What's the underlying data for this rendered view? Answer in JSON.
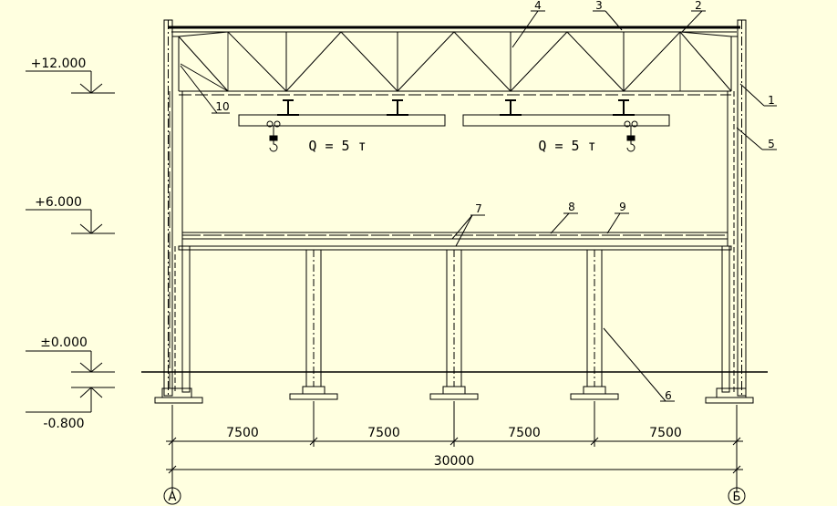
{
  "colors": {
    "background": "#ffffe0",
    "line": "#000000"
  },
  "elevations": [
    {
      "id": "top",
      "label": "+12.000"
    },
    {
      "id": "mid",
      "label": "+6.000"
    },
    {
      "id": "ground",
      "label": "±0.000"
    },
    {
      "id": "base",
      "label": "-0.800"
    }
  ],
  "crane_labels": [
    "Q = 5 т",
    "Q = 5 т"
  ],
  "callouts": [
    "1",
    "2",
    "3",
    "4",
    "5",
    "6",
    "7",
    "8",
    "9",
    "10"
  ],
  "dimensions": {
    "spans": [
      "7500",
      "7500",
      "7500",
      "7500"
    ],
    "total": "30000"
  },
  "axes": [
    "А",
    "Б"
  ]
}
